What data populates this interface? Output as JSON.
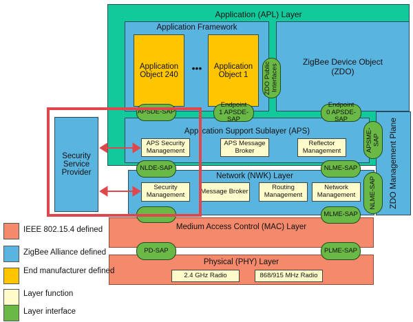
{
  "apl": {
    "title": "Application (APL) Layer"
  },
  "framework": {
    "title": "Application Framework",
    "objects": [
      "Application Object 240",
      "Application Object 1"
    ],
    "ellipsis": "•••"
  },
  "zdo_public": "ZDO Public Interfaces",
  "zdo": {
    "title": "ZigBee Device Object",
    "abbr": "(ZDO)"
  },
  "saps": {
    "apsde": "APSDE-SAP",
    "endpoint1": "Endpoint 1 APSDE-SAP",
    "endpoint0": "Endpoint 0 APSDE-SAP",
    "apsme": "APSME-SAP",
    "nlde": "NLDE-SAP",
    "nlme": "NLME-SAP",
    "nlme_v": "NLME-SAP",
    "mlme": "MLME-SAP",
    "pd": "PD-SAP",
    "plme": "PLME-SAP"
  },
  "aps": {
    "title": "Application Support Sublayer (APS)",
    "functions": [
      "APS Security Management",
      "APS Message Broker",
      "Reflector Management"
    ]
  },
  "zdo_plane": "ZDO Management Plane",
  "nwk": {
    "title": "Network (NWK) Layer",
    "functions": [
      "Security Management",
      "Message Broker",
      "Routing Management",
      "Network Management"
    ]
  },
  "mac": {
    "title": "Medium Access Control (MAC) Layer"
  },
  "phy": {
    "title": "Physical (PHY) Layer",
    "functions": [
      "2.4 GHz Radio",
      "868/915 MHz Radio"
    ]
  },
  "ssp": "Security Service Provider",
  "legend": [
    {
      "label": "IEEE 802.15.4 defined",
      "color": "#f4896b"
    },
    {
      "label": "ZigBee Alliance defined",
      "color": "#5ab4e0"
    },
    {
      "label": "End manufacturer defined",
      "color": "#ffc600"
    },
    {
      "label": "Layer function",
      "color": "#fffccc"
    },
    {
      "label": "Layer interface",
      "color": "#6ab845"
    }
  ],
  "colors": {
    "apl": "#12c99b",
    "highlight": "#e0474c"
  }
}
